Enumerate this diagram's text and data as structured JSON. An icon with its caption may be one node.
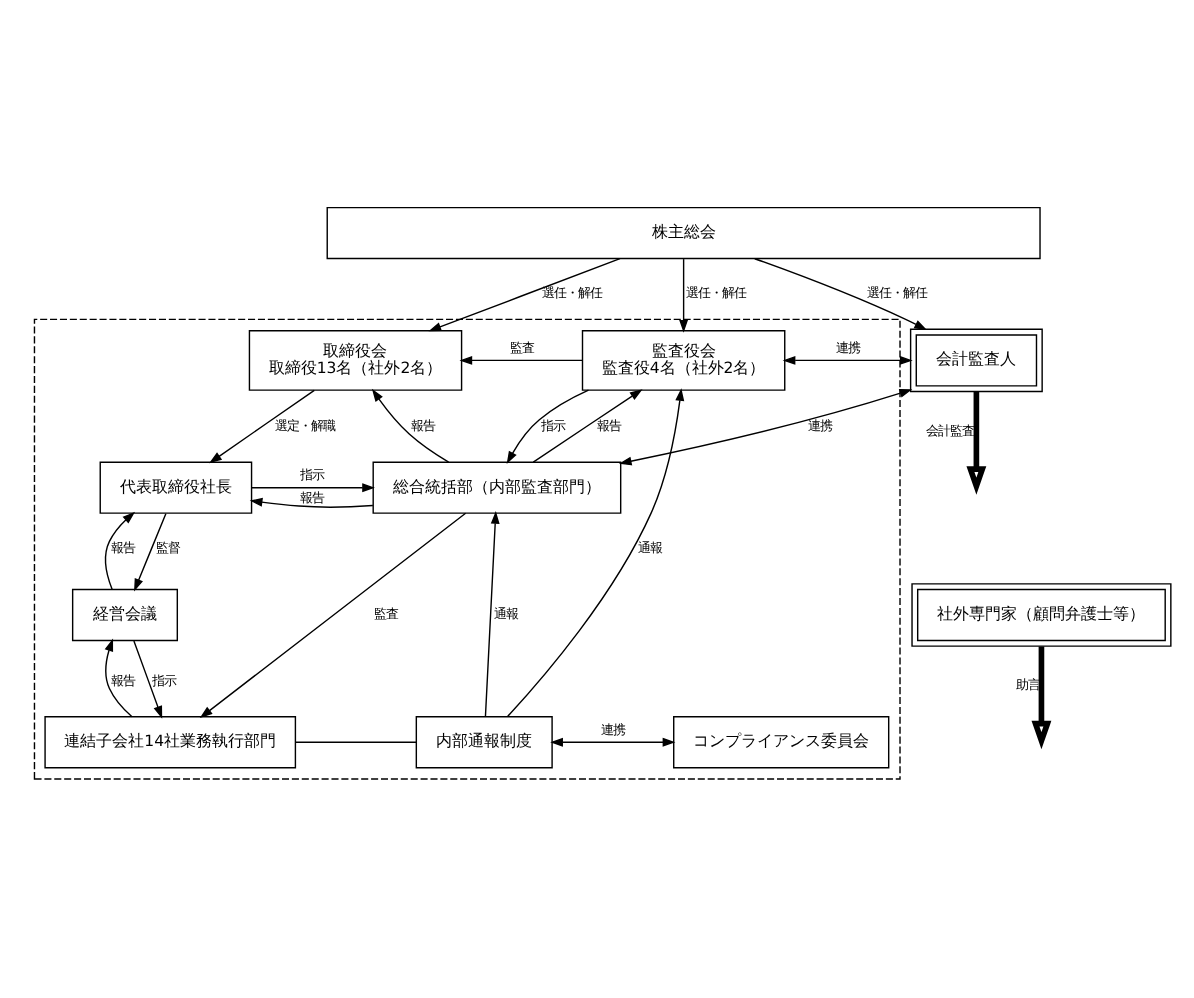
{
  "diagram": {
    "nodes": [
      {
        "text": [
          "株主総会"
        ]
      },
      {
        "text": [],
        "shape": "box"
      },
      {
        "text": [
          "取締役会",
          "取締役13名（社外2名）"
        ],
        "in": 1
      },
      {
        "text": [
          "監査役会",
          "監査役4名（社外2名）"
        ],
        "in": 1
      },
      {
        "text": [
          "会計監査人"
        ]
      },
      {
        "text": [
          "代表取締役社長"
        ],
        "in": 1
      },
      {
        "text": [
          "総合統括部（内部監査部門）"
        ],
        "in": 1
      },
      {
        "text": [
          "経営会議"
        ],
        "in": 1
      },
      {
        "text": [
          "社外専門家（顧問弁護士等）"
        ]
      },
      {
        "text": [
          "連結子会社14社業務執行部門"
        ],
        "in": 1
      },
      {
        "text": [
          "内部通報制度"
        ],
        "in": 1
      },
      {
        "text": [
          "コンプライアンス委員会"
        ],
        "in": 1
      }
    ],
    "edges": [
      {
        "from": 0,
        "to": 2,
        "arrow": "to",
        "label": "選任・解任"
      },
      {
        "from": 0,
        "to": 3,
        "arrow": "to",
        "label": "選任・解任"
      },
      {
        "from": 0,
        "to": 4,
        "arrow": "to",
        "label": "選任・解任"
      },
      {
        "from": 3,
        "to": 2,
        "arrow": "to",
        "label": "監査"
      },
      {
        "from": 3,
        "to": 4,
        "arrow": "both",
        "label": "連携"
      },
      {
        "from": 4,
        "to": 6,
        "arrow": "both",
        "label": "連携"
      },
      {
        "from": 4,
        "to": null,
        "arrow": "to",
        "label": "会計監査",
        "style": "thick"
      },
      {
        "from": 6,
        "to": 2,
        "arrow": "to",
        "label": "報告"
      },
      {
        "from": 2,
        "to": 5,
        "arrow": "to",
        "label": "選定・解職"
      },
      {
        "from": 6,
        "to": 3,
        "arrow": "to",
        "label": "報告"
      },
      {
        "from": 3,
        "to": 6,
        "arrow": "to",
        "label": "指示"
      },
      {
        "from": 5,
        "to": 6,
        "arrow": "to",
        "label": "指示"
      },
      {
        "from": 6,
        "to": 5,
        "arrow": "to",
        "label": "報告"
      },
      {
        "from": 7,
        "to": 5,
        "arrow": "to",
        "label": "報告"
      },
      {
        "from": 5,
        "to": 7,
        "arrow": "to",
        "label": "監督"
      },
      {
        "from": 10,
        "to": 6,
        "arrow": "to",
        "label": "通報"
      },
      {
        "from": 10,
        "to": 3,
        "arrow": "to",
        "label": "通報"
      },
      {
        "from": 8,
        "to": null,
        "arrow": "to",
        "label": "助言",
        "style": "thick"
      },
      {
        "from": 9,
        "to": 7,
        "arrow": "to",
        "label": "報告"
      },
      {
        "from": 7,
        "to": 9,
        "arrow": "to",
        "label": "指示"
      },
      {
        "from": 6,
        "to": 9,
        "arrow": "to",
        "label": "監査"
      },
      {
        "from": 9,
        "to": 10,
        "arrow": "none"
      },
      {
        "from": 10,
        "to": 11,
        "arrow": "both",
        "label": "連携"
      }
    ]
  }
}
